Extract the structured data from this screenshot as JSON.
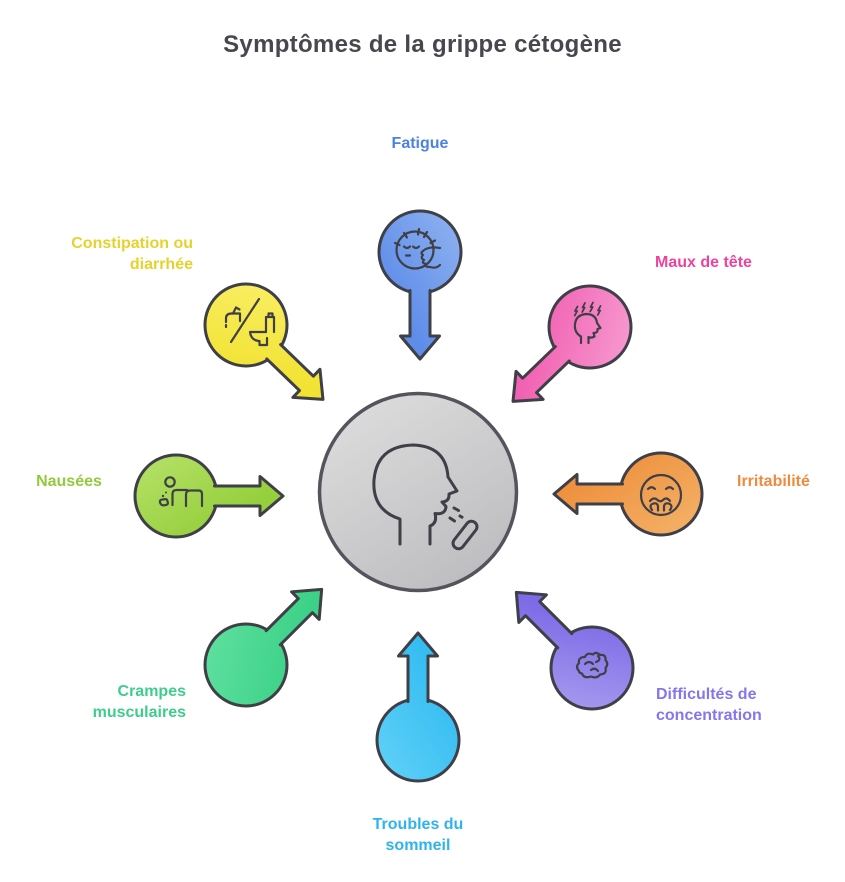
{
  "title": "Symptômes de la grippe cétogène",
  "colors": {
    "title_color": "#47474d",
    "outline": "#3f3f47",
    "center": {
      "outline": "#54545c",
      "fill_light": "#dcdcdd",
      "fill_dark": "#bcbcbe"
    }
  },
  "center": {
    "icon": "coughing-head-icon"
  },
  "nodes": {
    "fatigue": {
      "label": "Fatigue",
      "label_color": "#4d81e4",
      "fill_light": "#8fb2f0",
      "fill_dark": "#5d8ce9",
      "icon": "sleepy-face-icon",
      "position": "top"
    },
    "constipation": {
      "label": "Constipation ou\ndiarrhée",
      "label_color": "#e5d32c",
      "fill_light": "#f9ef66",
      "fill_dark": "#f2e232",
      "icon": "no-toilet-icon",
      "position": "top-left"
    },
    "maux": {
      "label": "Maux de tête",
      "label_color": "#ee429f",
      "fill_light": "#f79dd2",
      "fill_dark": "#f162b2",
      "icon": "headache-head-icon",
      "position": "top-right"
    },
    "nausees": {
      "label": "Nausées",
      "label_color": "#93c93b",
      "fill_light": "#b6e168",
      "fill_dark": "#95cf3c",
      "icon": "vomiting-person-icon",
      "position": "left"
    },
    "irritabilite": {
      "label": "Irritabilité",
      "label_color": "#ee8b3e",
      "fill_light": "#f4b269",
      "fill_dark": "#ee9240",
      "icon": "frustrated-face-icon",
      "position": "right"
    },
    "crampes": {
      "label": "Crampes\nmusculaires",
      "label_color": "#3ecd8d",
      "fill_light": "#60e1a0",
      "fill_dark": "#3cd187",
      "icon": "none",
      "position": "bottom-left"
    },
    "difficultes": {
      "label": "Difficultés de\nconcentration",
      "label_color": "#8576ee",
      "fill_light": "#a89cef",
      "fill_dark": "#7d6ae6",
      "icon": "brain-icon",
      "position": "bottom-right"
    },
    "troubles": {
      "label": "Troubles du\nsommeil",
      "label_color": "#2fb3ef",
      "fill_light": "#60d1f7",
      "fill_dark": "#35bdf2",
      "icon": "none",
      "position": "bottom"
    }
  }
}
